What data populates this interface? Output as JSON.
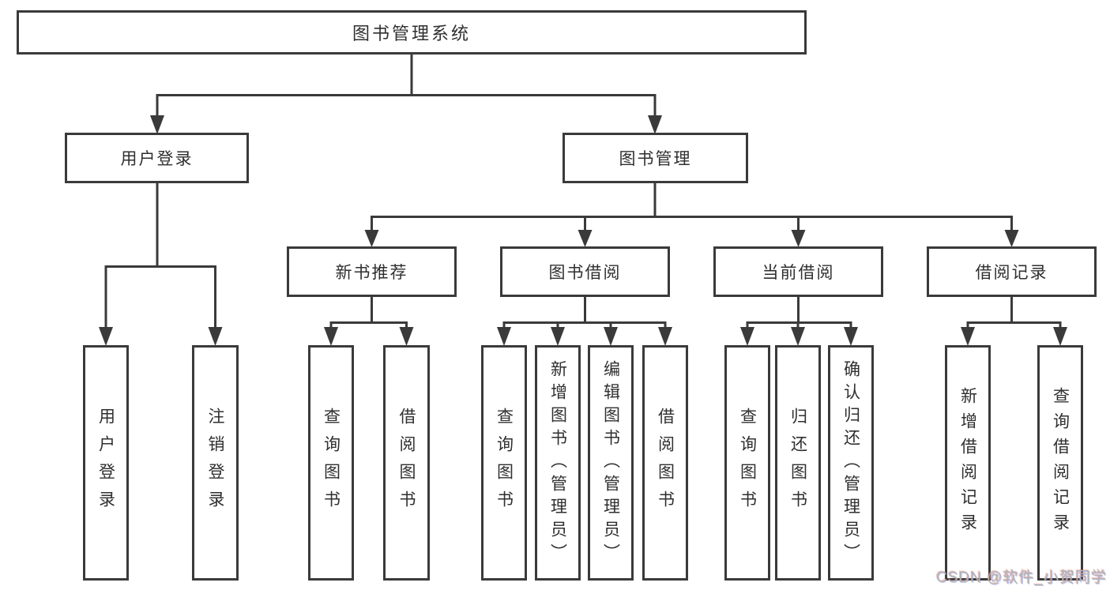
{
  "diagram_title": "图书管理系统",
  "nodes": {
    "root": "图书管理系统",
    "level2": {
      "user_login": "用户登录",
      "book_management": "图书管理"
    },
    "level3": {
      "new_book_recommendation": "新书推荐",
      "book_borrowing": "图书借阅",
      "current_borrowing": "当前借阅",
      "borrowing_records": "借阅记录"
    },
    "leaves": {
      "user_login": "用户登录",
      "logout_login": "注销登录",
      "nb_query_books": "查询图书",
      "nb_borrow_books": "借阅图书",
      "bb_query_books": "查询图书",
      "bb_add_books_admin": "新增图书（管理员）",
      "bb_edit_books_admin": "编辑图书（管理员）",
      "bb_borrow_books": "借阅图书",
      "cb_query_books": "查询图书",
      "cb_return_books": "归还图书",
      "cb_confirm_return_admin": "确认归还（管理员）",
      "br_add_record": "新增借阅记录",
      "br_query_record": "查询借阅记录"
    }
  },
  "watermark": "CSDN @软件_小贺同学",
  "colors": {
    "line": "#3a3a3a",
    "box_border": "#3a3a3a",
    "box_fill": "#ffffff",
    "text": "#2f2f2f",
    "watermark": "#b2b2b2",
    "background": "#ffffff"
  }
}
